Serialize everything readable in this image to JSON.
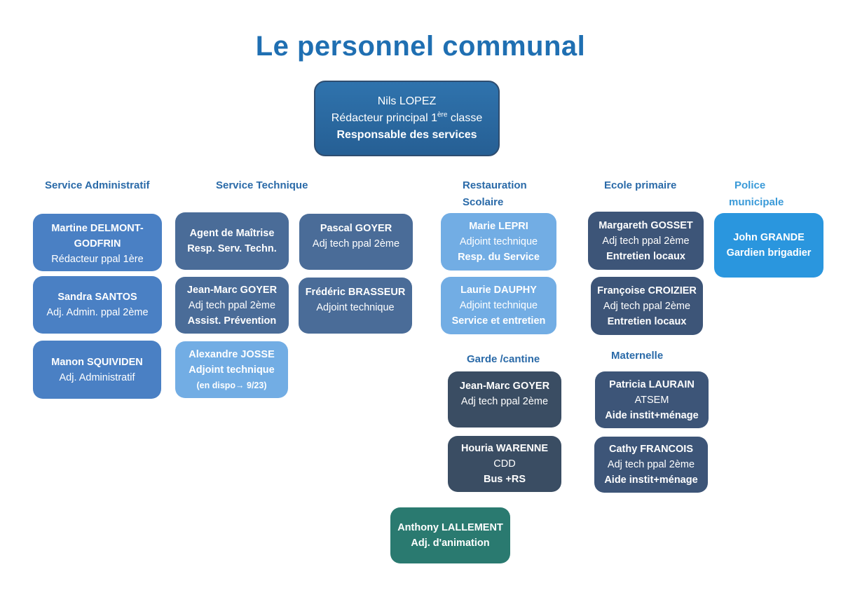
{
  "title": "Le personnel communal",
  "head": {
    "name": "Nils LOPEZ",
    "role_pre": "Rédacteur principal 1",
    "role_sup": "ère",
    "role_post": " classe",
    "function": "Responsable des services"
  },
  "sections": {
    "administratif": "Service Administratif",
    "technique": "Service Technique",
    "restauration_1": "Restauration",
    "restauration_2": "Scolaire",
    "ecole": "Ecole primaire",
    "police_1": "Police",
    "police_2": "municipale",
    "garde": "Garde /cantine",
    "maternelle": "Maternelle"
  },
  "cards": {
    "delmont": {
      "name_1": "Martine DELMONT-",
      "name_2": "GODFRIN",
      "role": "Rédacteur  ppal 1ère"
    },
    "santos": {
      "name": "Sandra SANTOS",
      "role": "Adj. Admin. ppal 2ème"
    },
    "squividen": {
      "name": "Manon SQUIVIDEN",
      "role": "Adj. Administratif"
    },
    "agent": {
      "line_1": "Agent de Maîtrise",
      "line_2": "Resp. Serv. Techn."
    },
    "jm_goyer_tech": {
      "name": "Jean-Marc GOYER",
      "role": "Adj tech ppal 2ème",
      "extra": "Assist. Prévention"
    },
    "josse": {
      "name": "Alexandre JOSSE",
      "role": "Adjoint technique",
      "extra": "(en dispo→ 9/23)"
    },
    "pascal": {
      "name": "Pascal GOYER",
      "role": "Adj tech ppal 2ème"
    },
    "brasseur": {
      "name": "Frédéric BRASSEUR",
      "role": "Adjoint technique"
    },
    "lepri": {
      "name": "Marie LEPRI",
      "role": "Adjoint technique",
      "extra": "Resp. du Service"
    },
    "dauphy": {
      "name": "Laurie DAUPHY",
      "role": "Adjoint technique",
      "extra": "Service et entretien"
    },
    "gosset": {
      "name": "Margareth GOSSET",
      "role": "Adj tech ppal 2ème",
      "extra": "Entretien locaux"
    },
    "croizier": {
      "name": "Françoise CROIZIER",
      "role": "Adj tech ppal 2ème",
      "extra": "Entretien locaux"
    },
    "grande": {
      "name": "John GRANDE",
      "role": "Gardien brigadier"
    },
    "jm_goyer_garde": {
      "name": "Jean-Marc GOYER",
      "role": "Adj tech ppal 2ème"
    },
    "warenne": {
      "name": "Houria WARENNE",
      "role": "CDD",
      "extra": "Bus +RS"
    },
    "laurain": {
      "name": "Patricia LAURAIN",
      "role": "ATSEM",
      "extra": "Aide instit+ménage"
    },
    "francois": {
      "name": "Cathy FRANCOIS",
      "role": "Adj tech ppal 2ème",
      "extra": "Aide instit+ménage"
    },
    "lallement": {
      "name": "Anthony LALLEMENT",
      "role": "Adj. d'animation"
    }
  }
}
